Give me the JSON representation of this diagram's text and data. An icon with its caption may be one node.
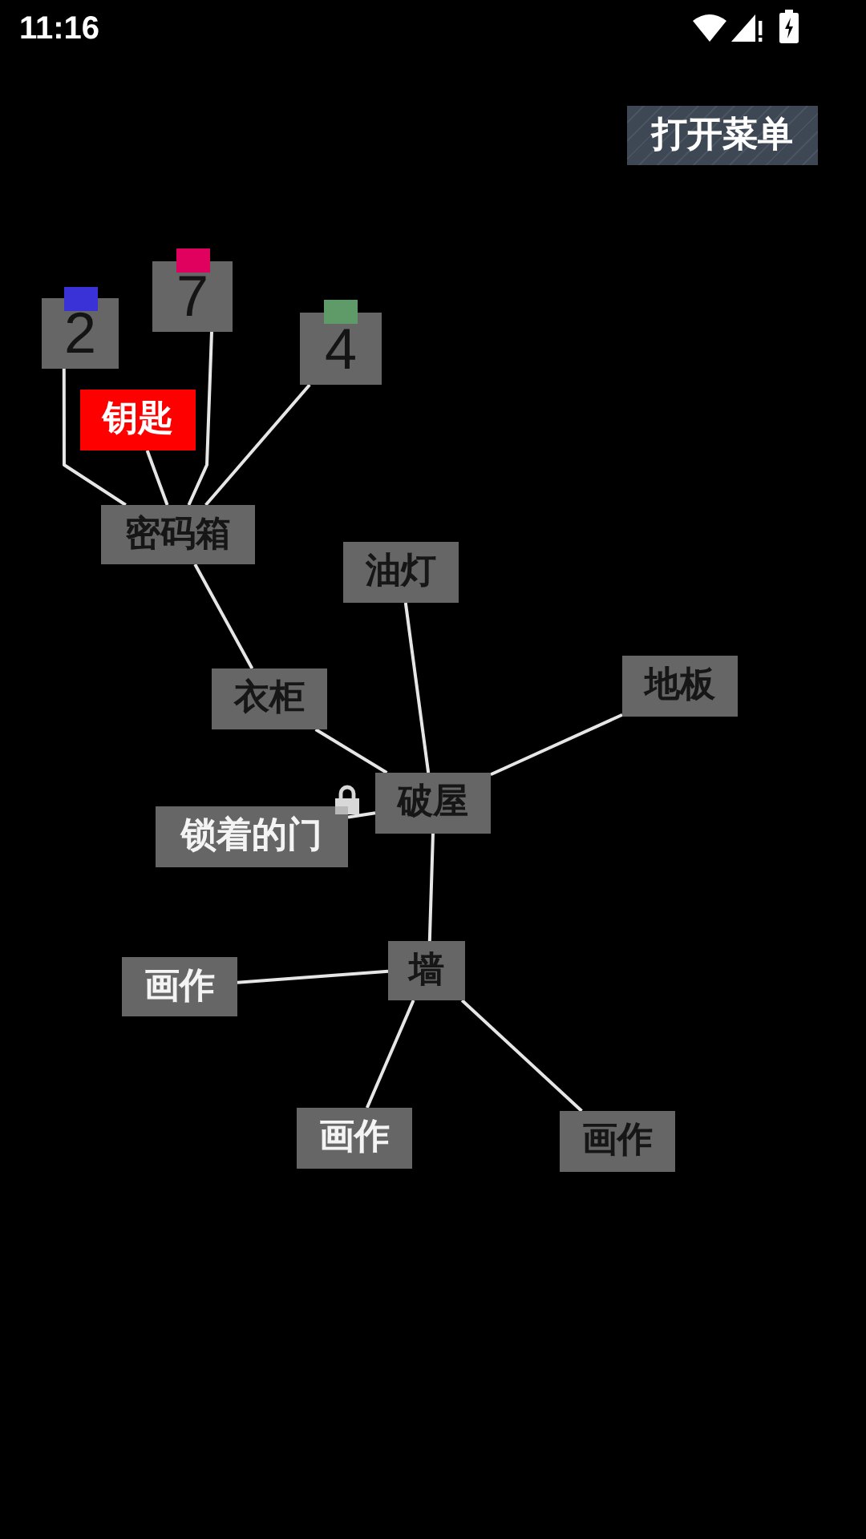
{
  "diagram": {
    "nodes": [
      {
        "text": [
          "打开菜单"
        ]
      },
      {
        "text": [
          "2"
        ]
      },
      {
        "text": [
          "7"
        ]
      },
      {
        "text": [
          "4"
        ]
      },
      {
        "text": [
          "钥匙"
        ]
      },
      {
        "text": [
          "密码箱"
        ]
      },
      {
        "text": [
          "油灯"
        ]
      },
      {
        "text": [
          "衣柜"
        ]
      },
      {
        "text": [
          "地板"
        ]
      },
      {
        "text": [
          "锁着的门"
        ]
      },
      {
        "text": [
          "破屋"
        ]
      },
      {
        "text": [
          "墙"
        ]
      },
      {
        "text": [
          "画作"
        ]
      },
      {
        "text": [
          "画作"
        ]
      },
      {
        "text": [
          "画作"
        ]
      }
    ],
    "edges": [
      {
        "from": 1,
        "to": 5,
        "arrow": "none"
      },
      {
        "from": 2,
        "to": 5,
        "arrow": "none"
      },
      {
        "from": 3,
        "to": 5,
        "arrow": "none"
      },
      {
        "from": 4,
        "to": 5,
        "arrow": "none"
      },
      {
        "from": 5,
        "to": 7,
        "arrow": "none"
      },
      {
        "from": 7,
        "to": 10,
        "arrow": "none"
      },
      {
        "from": 6,
        "to": 10,
        "arrow": "none"
      },
      {
        "from": 8,
        "to": 10,
        "arrow": "none"
      },
      {
        "from": 9,
        "to": 10,
        "arrow": "none"
      },
      {
        "from": 10,
        "to": 11,
        "arrow": "none"
      },
      {
        "from": 11,
        "to": 12,
        "arrow": "none"
      },
      {
        "from": 11,
        "to": 13,
        "arrow": "none"
      },
      {
        "from": 11,
        "to": 14,
        "arrow": "none"
      }
    ],
    "labels": [
      "11:16"
    ]
  }
}
